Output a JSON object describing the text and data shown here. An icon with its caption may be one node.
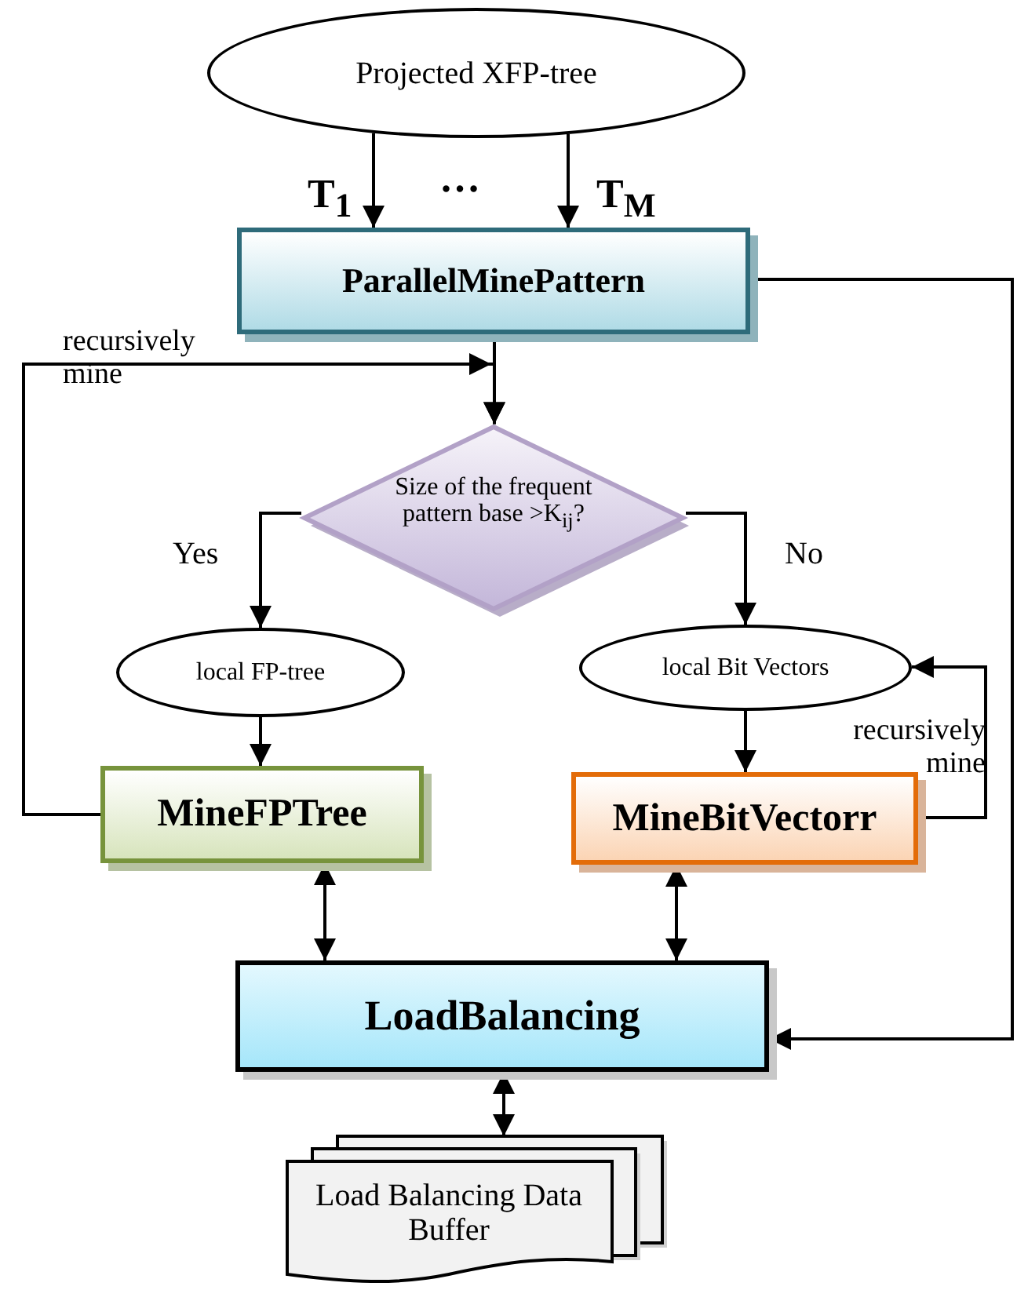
{
  "diagram": {
    "nodes": [
      {
        "text": [
          "Projected XFP-tree"
        ]
      },
      {
        "text": [
          "ParallelMinePattern"
        ]
      },
      {
        "text": [
          "Size of the frequent pattern base >K$_{ij}$?"
        ]
      },
      {
        "text": [
          "local FP-tree"
        ]
      },
      {
        "text": [
          "local Bit Vectors"
        ]
      },
      {
        "text": [
          "MineFPTree"
        ]
      },
      {
        "text": [
          "MineBitVectorr"
        ]
      },
      {
        "text": [
          "LoadBalancing"
        ]
      },
      {
        "text": [
          "Load Balancing Data Buffer"
        ]
      }
    ],
    "edges": [
      {
        "from": 0,
        "to": 1,
        "arrow": "to",
        "label": "T$_{1}$"
      },
      {
        "from": 0,
        "to": 1,
        "arrow": "to",
        "label": "T$_{M}$"
      },
      {
        "from": 1,
        "to": 2,
        "arrow": "to"
      },
      {
        "from": 5,
        "to": 2,
        "arrow": "to",
        "label": "recursively mine"
      },
      {
        "from": 2,
        "to": 3,
        "arrow": "to",
        "label": "Yes"
      },
      {
        "from": 2,
        "to": 4,
        "arrow": "to",
        "label": "No"
      },
      {
        "from": 3,
        "to": 5,
        "arrow": "to"
      },
      {
        "from": 4,
        "to": 6,
        "arrow": "to"
      },
      {
        "from": 6,
        "to": 4,
        "arrow": "to",
        "label": "recursively mine"
      },
      {
        "from": 5,
        "to": 7,
        "arrow": "both"
      },
      {
        "from": 6,
        "to": 7,
        "arrow": "both"
      },
      {
        "from": 1,
        "to": 7,
        "arrow": "to"
      },
      {
        "from": 7,
        "to": 8,
        "arrow": "both"
      }
    ],
    "labels": [
      "…"
    ]
  }
}
